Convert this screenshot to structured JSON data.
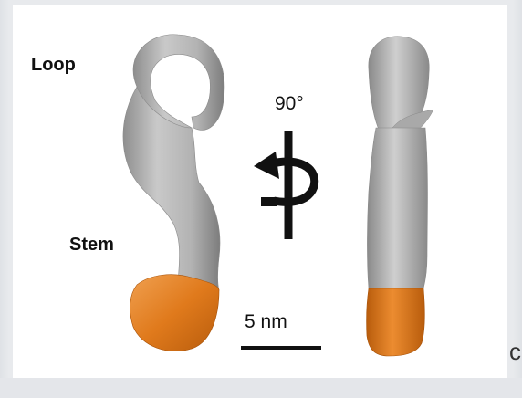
{
  "labels": {
    "loop": "Loop",
    "stem": "Stem",
    "rotation": "90°",
    "scale_bar": "5 nm",
    "edge_char": "c"
  },
  "colors": {
    "structure_gray": "#b8b8b8",
    "stem_tip_orange": "#e07a1c",
    "panel_background": "#ffffff",
    "frame_background": "#e8eaed"
  },
  "icons": {
    "rotation": "rotate-arrow-icon"
  }
}
